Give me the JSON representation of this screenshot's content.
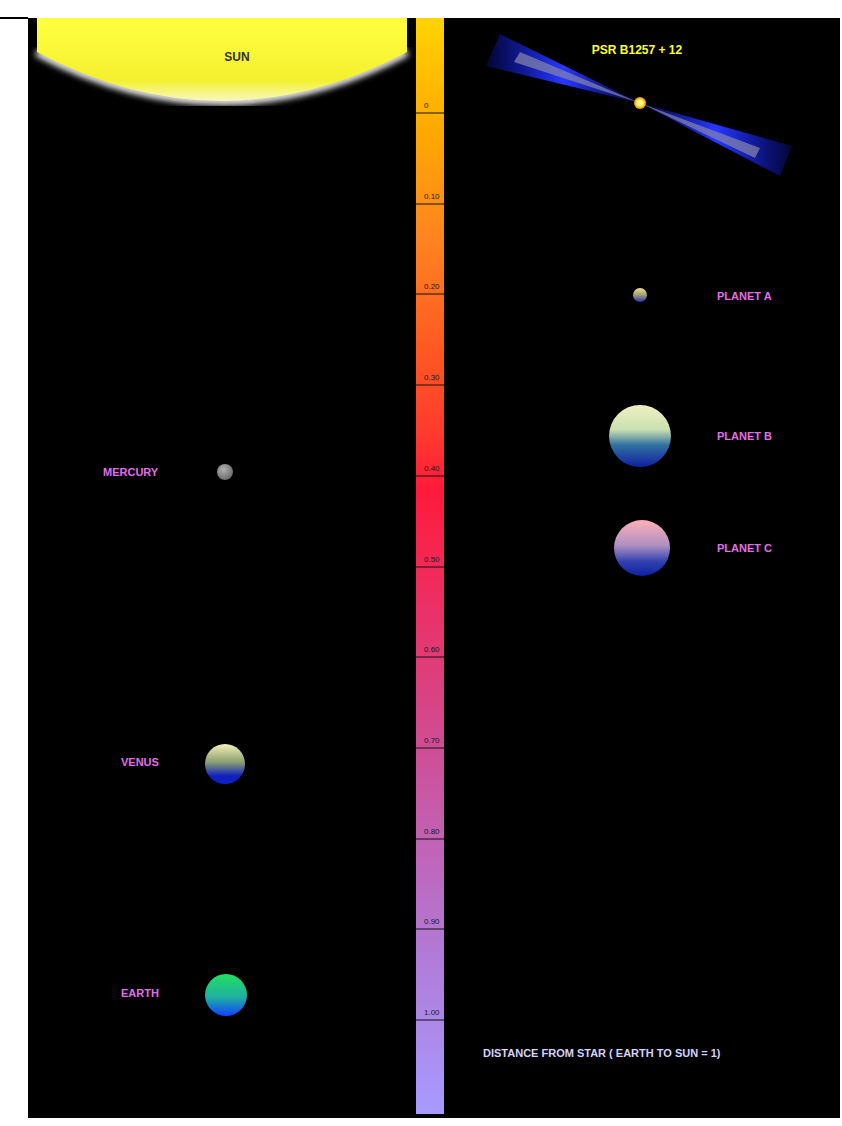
{
  "diagram": {
    "nodes": [
      {
        "text": [
          "SUN"
        ]
      },
      {
        "text": [
          "MERCURY"
        ]
      },
      {
        "text": [
          "VENUS"
        ]
      },
      {
        "text": [
          "EARTH"
        ]
      },
      {
        "text": [
          "PSR B1257 + 12"
        ]
      },
      {
        "text": [
          "PLANET A"
        ]
      },
      {
        "text": [
          "PLANET B"
        ]
      },
      {
        "text": [
          "PLANET C"
        ]
      }
    ],
    "labels": [
      "0",
      "0.10",
      "0.20",
      "0.30",
      "0.40",
      "0.50",
      "0.60",
      "0.70",
      "0.80",
      "0.90",
      "1.00",
      "DISTANCE FROM STAR ( EARTH TO SUN = 1)"
    ]
  }
}
